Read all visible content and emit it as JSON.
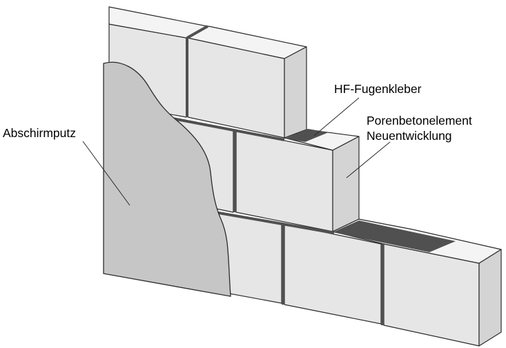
{
  "labels": {
    "plaster": "Abschirmputz",
    "adhesive": "HF-Fugenkleber",
    "element_line1": "Porenbetonelement",
    "element_line2": "Neuentwicklung"
  },
  "colors": {
    "block_face": "#e6e6e6",
    "block_top": "#f4f4f4",
    "block_side": "#d4d4d4",
    "joint": "#505050",
    "plaster": "#c6c6c6",
    "outline": "#2a2a2a"
  }
}
